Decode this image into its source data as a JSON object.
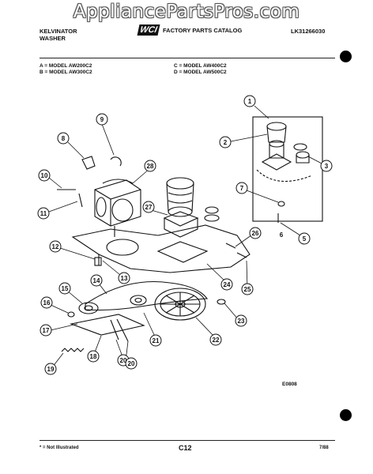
{
  "watermark": "AppliancePartsPros.com",
  "header": {
    "brand_line1": "KELVINATOR",
    "brand_line2": "WASHER",
    "logo_text": "WCI",
    "catalog_title": "FACTORY PARTS CATALOG",
    "catalog_code": "LK31266030"
  },
  "models": {
    "a": "A = MODEL AW200C2",
    "b": "B = MODEL AW300C2",
    "c": "C = MODEL AW400C2",
    "d": "D = MODEL AW500C2"
  },
  "callouts": [
    "1",
    "2",
    "3",
    "5",
    "6",
    "7",
    "8",
    "9",
    "10",
    "11",
    "12",
    "13",
    "14",
    "15",
    "16",
    "17",
    "18",
    "19",
    "20",
    "20",
    "21",
    "22",
    "23",
    "24",
    "25",
    "26",
    "27",
    "28"
  ],
  "figure_code": "E0808",
  "footer": {
    "note": "* = Not Illustrated",
    "page": "C12",
    "date": "7/88"
  }
}
